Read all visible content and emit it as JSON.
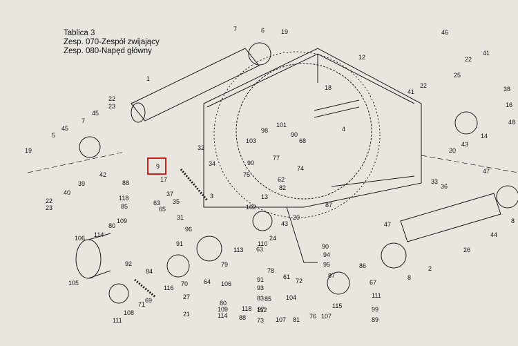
{
  "title_lines": [
    "Tablica 3",
    "Zesp. 070-Zespół zwijający",
    "Zesp. 080-Napęd główny"
  ],
  "highlight": {
    "label": "9",
    "color": "#d0201c"
  },
  "colors": {
    "paper": "#e9e6e0",
    "ink": "#1a1a1a"
  },
  "callouts": [
    {
      "id": "c1",
      "text": "1"
    },
    {
      "id": "c2",
      "text": "2"
    },
    {
      "id": "c3",
      "text": "3"
    },
    {
      "id": "c4",
      "text": "4"
    },
    {
      "id": "c5",
      "text": "5"
    },
    {
      "id": "c6",
      "text": "6"
    },
    {
      "id": "c7a",
      "text": "7"
    },
    {
      "id": "c7b",
      "text": "7"
    },
    {
      "id": "c8a",
      "text": "8"
    },
    {
      "id": "c8b",
      "text": "8"
    },
    {
      "id": "c12",
      "text": "12"
    },
    {
      "id": "c13",
      "text": "13"
    },
    {
      "id": "c14",
      "text": "14"
    },
    {
      "id": "c16",
      "text": "16"
    },
    {
      "id": "c17",
      "text": "17"
    },
    {
      "id": "c18",
      "text": "18"
    },
    {
      "id": "c19a",
      "text": "19"
    },
    {
      "id": "c19b",
      "text": "19"
    },
    {
      "id": "c20a",
      "text": "20"
    },
    {
      "id": "c20b",
      "text": "20"
    },
    {
      "id": "c21",
      "text": "21"
    },
    {
      "id": "c22a",
      "text": "22"
    },
    {
      "id": "c22b",
      "text": "22"
    },
    {
      "id": "c22c",
      "text": "22"
    },
    {
      "id": "c22d",
      "text": "22"
    },
    {
      "id": "c23a",
      "text": "23"
    },
    {
      "id": "c23b",
      "text": "23"
    },
    {
      "id": "c24",
      "text": "24"
    },
    {
      "id": "c25",
      "text": "25"
    },
    {
      "id": "c26",
      "text": "26"
    },
    {
      "id": "c27",
      "text": "27"
    },
    {
      "id": "c31",
      "text": "31"
    },
    {
      "id": "c32",
      "text": "32"
    },
    {
      "id": "c33",
      "text": "33"
    },
    {
      "id": "c34",
      "text": "34"
    },
    {
      "id": "c35",
      "text": "35"
    },
    {
      "id": "c36",
      "text": "36"
    },
    {
      "id": "c37",
      "text": "37"
    },
    {
      "id": "c38",
      "text": "38"
    },
    {
      "id": "c39",
      "text": "39"
    },
    {
      "id": "c40",
      "text": "40"
    },
    {
      "id": "c41a",
      "text": "41"
    },
    {
      "id": "c41b",
      "text": "41"
    },
    {
      "id": "c42",
      "text": "42"
    },
    {
      "id": "c43a",
      "text": "43"
    },
    {
      "id": "c43b",
      "text": "43"
    },
    {
      "id": "c44",
      "text": "44"
    },
    {
      "id": "c45a",
      "text": "45"
    },
    {
      "id": "c45b",
      "text": "45"
    },
    {
      "id": "c46",
      "text": "46"
    },
    {
      "id": "c47a",
      "text": "47"
    },
    {
      "id": "c47b",
      "text": "47"
    },
    {
      "id": "c48",
      "text": "48"
    },
    {
      "id": "c61",
      "text": "61"
    },
    {
      "id": "c62",
      "text": "62"
    },
    {
      "id": "c63a",
      "text": "63"
    },
    {
      "id": "c63b",
      "text": "63"
    },
    {
      "id": "c64",
      "text": "64"
    },
    {
      "id": "c65",
      "text": "65"
    },
    {
      "id": "c67",
      "text": "67"
    },
    {
      "id": "c68",
      "text": "68"
    },
    {
      "id": "c69",
      "text": "69"
    },
    {
      "id": "c70",
      "text": "70"
    },
    {
      "id": "c71",
      "text": "71"
    },
    {
      "id": "c72",
      "text": "72"
    },
    {
      "id": "c73",
      "text": "73"
    },
    {
      "id": "c74",
      "text": "74"
    },
    {
      "id": "c75",
      "text": "75"
    },
    {
      "id": "c76",
      "text": "76"
    },
    {
      "id": "c77",
      "text": "77"
    },
    {
      "id": "c78",
      "text": "78"
    },
    {
      "id": "c79",
      "text": "79"
    },
    {
      "id": "c80a",
      "text": "80"
    },
    {
      "id": "c80b",
      "text": "80"
    },
    {
      "id": "c81",
      "text": "81"
    },
    {
      "id": "c82",
      "text": "82"
    },
    {
      "id": "c83",
      "text": "83"
    },
    {
      "id": "c84",
      "text": "84"
    },
    {
      "id": "c85a",
      "text": "85"
    },
    {
      "id": "c85b",
      "text": "85"
    },
    {
      "id": "c86",
      "text": "86"
    },
    {
      "id": "c87a",
      "text": "87"
    },
    {
      "id": "c87b",
      "text": "87"
    },
    {
      "id": "c88a",
      "text": "88"
    },
    {
      "id": "c88b",
      "text": "88"
    },
    {
      "id": "c89",
      "text": "89"
    },
    {
      "id": "c90a",
      "text": "90"
    },
    {
      "id": "c90b",
      "text": "90"
    },
    {
      "id": "c90c",
      "text": "90"
    },
    {
      "id": "c91a",
      "text": "91"
    },
    {
      "id": "c91b",
      "text": "91"
    },
    {
      "id": "c92",
      "text": "92"
    },
    {
      "id": "c93",
      "text": "93"
    },
    {
      "id": "c94",
      "text": "94"
    },
    {
      "id": "c95",
      "text": "95"
    },
    {
      "id": "c96",
      "text": "96"
    },
    {
      "id": "c97",
      "text": "97"
    },
    {
      "id": "c98",
      "text": "98"
    },
    {
      "id": "c99",
      "text": "99"
    },
    {
      "id": "c101",
      "text": "101"
    },
    {
      "id": "c102",
      "text": "102"
    },
    {
      "id": "c103",
      "text": "103"
    },
    {
      "id": "c104",
      "text": "104"
    },
    {
      "id": "c105",
      "text": "105"
    },
    {
      "id": "c106a",
      "text": "106"
    },
    {
      "id": "c106b",
      "text": "106"
    },
    {
      "id": "c107a",
      "text": "107"
    },
    {
      "id": "c107b",
      "text": "107"
    },
    {
      "id": "c108",
      "text": "108"
    },
    {
      "id": "c109a",
      "text": "109"
    },
    {
      "id": "c109b",
      "text": "109"
    },
    {
      "id": "c110",
      "text": "110"
    },
    {
      "id": "c111a",
      "text": "111"
    },
    {
      "id": "c111b",
      "text": "111"
    },
    {
      "id": "c112",
      "text": "112"
    },
    {
      "id": "c113",
      "text": "113"
    },
    {
      "id": "c114a",
      "text": "114"
    },
    {
      "id": "c114b",
      "text": "114"
    },
    {
      "id": "c115",
      "text": "115"
    },
    {
      "id": "c116",
      "text": "116"
    },
    {
      "id": "c118a",
      "text": "118"
    },
    {
      "id": "c118b",
      "text": "118"
    }
  ]
}
